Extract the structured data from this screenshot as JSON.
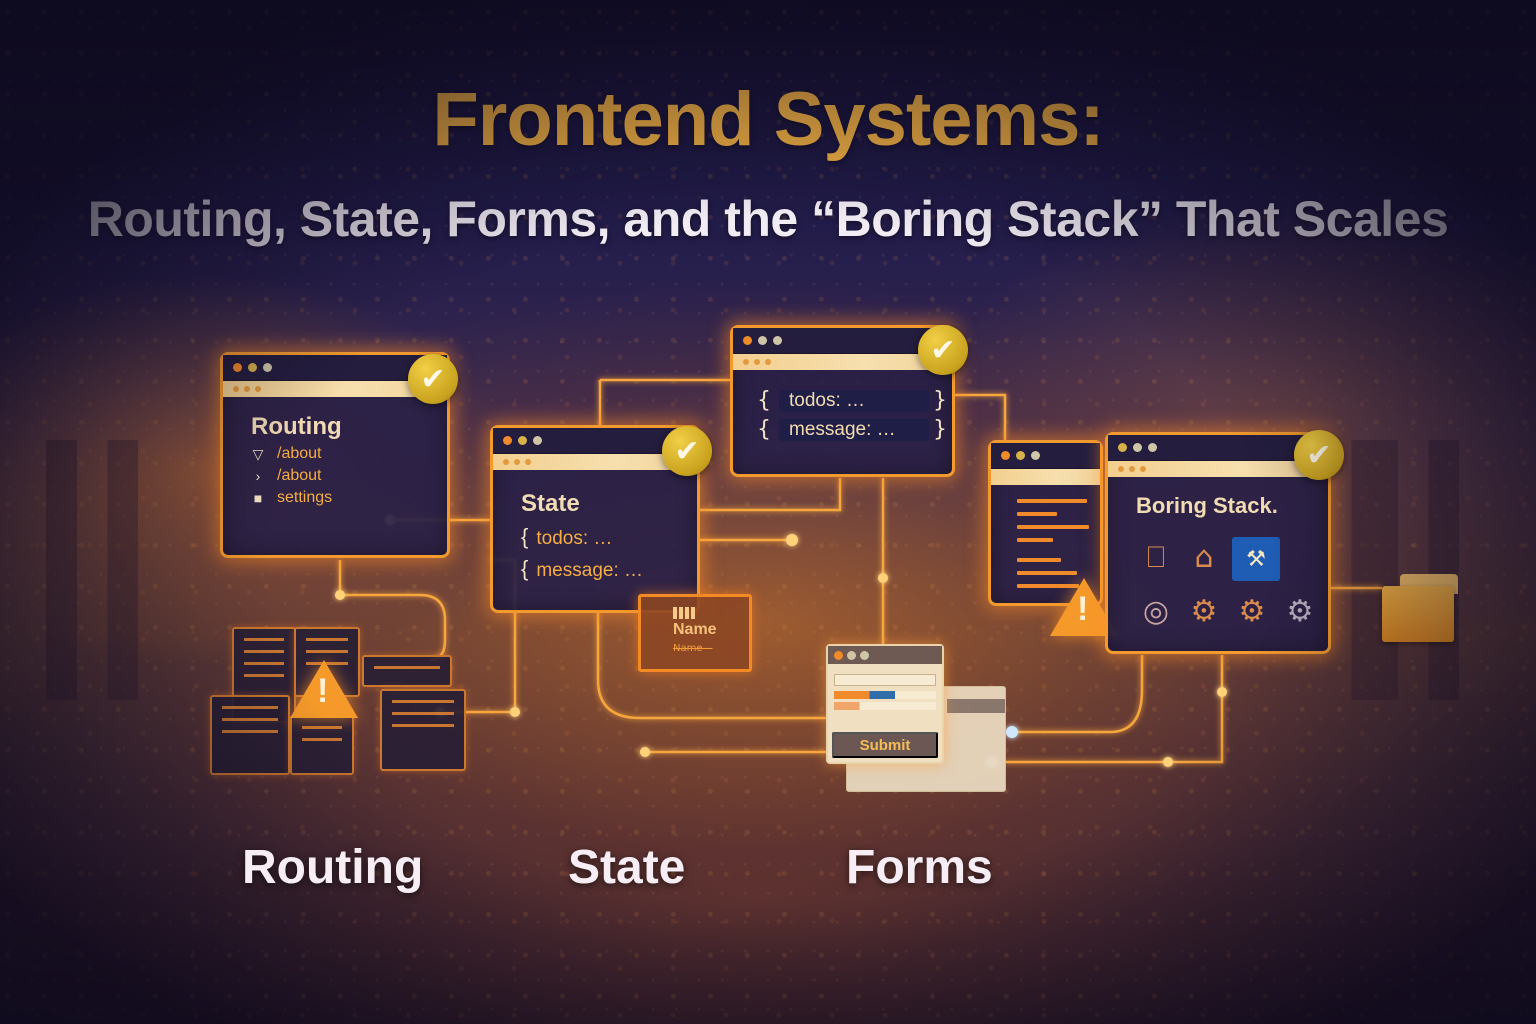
{
  "header": {
    "title": "Frontend Systems:",
    "subtitle": "Routing, State, Forms, and the “Boring Stack” That Scales"
  },
  "colors": {
    "title": "#f6b443",
    "subtitle": "#f2ecf4",
    "accent_orange": "#f29a2e",
    "window_bg": "#28204a",
    "check_badge": "#d4ad2a",
    "highlight_blue": "#1f5db5"
  },
  "routing_window": {
    "title": "Routing",
    "status_icon": "check-badge-icon",
    "routes": [
      {
        "icon": "funnel-icon",
        "glyph": "▽",
        "label": "/about"
      },
      {
        "icon": "chevron-right-icon",
        "glyph": "›",
        "label": "/about"
      },
      {
        "icon": "folder-icon",
        "glyph": "■",
        "label": "settings"
      }
    ]
  },
  "state_window": {
    "title": "State",
    "status_icon": "check-badge-icon",
    "lines": [
      {
        "brace": "{",
        "text": "todos:  …"
      },
      {
        "brace": "{",
        "text": "message: …"
      }
    ]
  },
  "store_window": {
    "status_icon": "check-badge-icon",
    "lines": [
      {
        "open": "{",
        "text": "todos:  …",
        "close": "}"
      },
      {
        "open": "{",
        "text": "message: …",
        "close": "}"
      }
    ]
  },
  "name_field_card": {
    "label": "Name",
    "value": "Name—"
  },
  "form_window": {
    "submit_label": "Submit"
  },
  "stack_window": {
    "title": "Boring Stack.",
    "status_icon": "check-badge-icon",
    "icons": [
      {
        "name": "backpack-icon",
        "glyph": "⎕"
      },
      {
        "name": "graduation-cap-icon",
        "glyph": "⌂"
      },
      {
        "name": "tools-icon",
        "glyph": "⚒"
      },
      {
        "name": "circle-plane-icon",
        "glyph": "◎"
      },
      {
        "name": "gear-badge-icon",
        "glyph": "⚙"
      },
      {
        "name": "gear-icon",
        "glyph": "⚙"
      },
      {
        "name": "gear-grey-icon",
        "glyph": "⚙"
      }
    ]
  },
  "warnings": {
    "glyph": "!"
  },
  "check_glyph": "✔",
  "captions": {
    "routing": "Routing",
    "state": "State",
    "forms": "Forms"
  }
}
